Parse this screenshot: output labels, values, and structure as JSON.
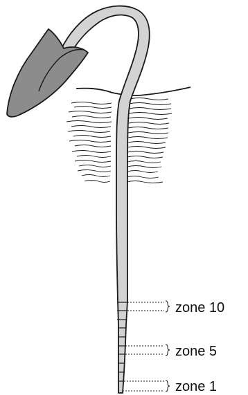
{
  "colors": {
    "stem_fill": "#d3d3d3",
    "cotyledon_fill": "#8c8c8c",
    "outline": "#1a1a1a"
  },
  "zones": [
    {
      "id": "zone-10",
      "label": "zone 10"
    },
    {
      "id": "zone-5",
      "label": "zone 5"
    },
    {
      "id": "zone-1",
      "label": "zone 1"
    }
  ]
}
